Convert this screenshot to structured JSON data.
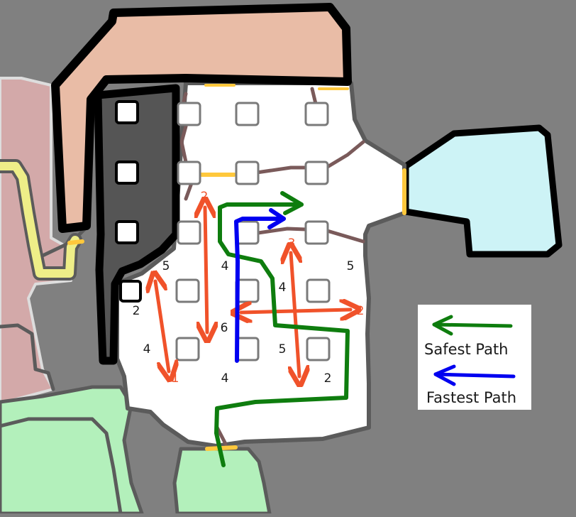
{
  "colors": {
    "background": "#808080",
    "room_floor": "#ffffff",
    "outline": "#5b5b5b",
    "wall_black": "#000000",
    "wall_grey": "#555555",
    "peach_room": "#e9bca6",
    "pink_area": "#d3a9a9",
    "yellow_corridor": "#eeee88",
    "green_area": "#b3f0bb",
    "cyan_room": "#cdf3f6",
    "door": "#ffc83c",
    "brown_line": "#7a5a5a",
    "arrow_red": "#f0522a",
    "safest_path": "#0e7d0e",
    "fastest_path": "#0000f0"
  },
  "tile_numbers": {
    "black": [
      "5",
      "4",
      "5",
      "2",
      "4",
      "6",
      "4",
      "5",
      "4",
      "2"
    ],
    "red": [
      "2",
      "3",
      "2",
      "1"
    ]
  },
  "legend": {
    "safest_label": "Safest Path",
    "fastest_label": "Fastest Path"
  }
}
